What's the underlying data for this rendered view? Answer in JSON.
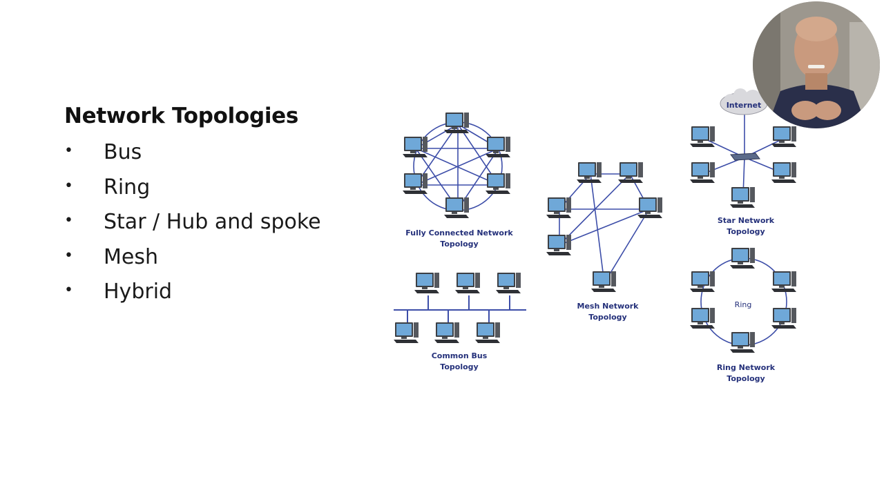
{
  "slide": {
    "title": "Network Topologies",
    "bullets": [
      "Bus",
      "Ring",
      "Star / Hub and spoke",
      "Mesh",
      "Hybrid"
    ],
    "bullet_glyph": "•"
  },
  "diagram": {
    "fully_connected": [
      "Fully Connected Network",
      "Topology"
    ],
    "common_bus": [
      "Common Bus",
      "Topology"
    ],
    "mesh": [
      "Mesh Network",
      "Topology"
    ],
    "star": [
      "Star Network",
      "Topology"
    ],
    "star_cloud": "Internet",
    "ring_center": "Ring",
    "ring": [
      "Ring Network",
      "Topology"
    ]
  },
  "presenter": {
    "icon": "presenter-webcam-avatar"
  }
}
